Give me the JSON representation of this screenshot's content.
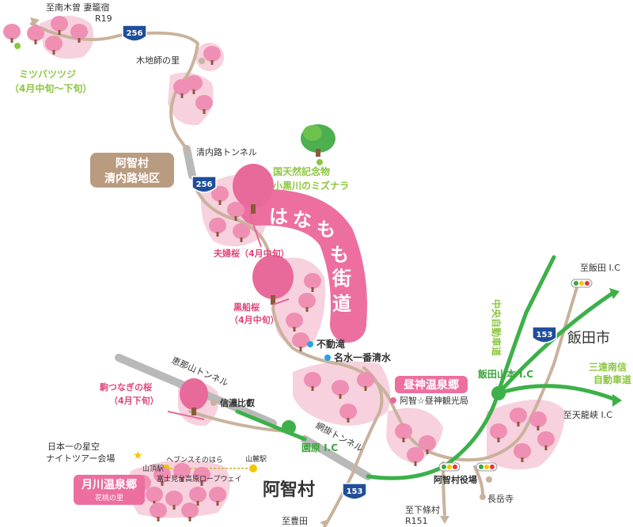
{
  "colors": {
    "road": "#c9b29c",
    "highway": "#3db049",
    "tunnel": "#b9b9b9",
    "blossom": "#f5c6d6",
    "blossom_tree": "#e86a9a",
    "pink_label": "#e0457b",
    "green_label": "#8cc63f",
    "area_box": "#b99b80",
    "route_shield": "#1f4e9a",
    "blue_dot": "#29a3e0"
  },
  "labels": {
    "to_minamikiso": "至南木曽 妻籠宿",
    "r19": "R19",
    "kijishi": "木地師の里",
    "mitsuba_title": "ミツバツツジ",
    "mitsuba_period": "（4月中旬～下旬）",
    "seinaiji_tunnel": "清内路トンネル",
    "seinaiji_area_1": "阿智村",
    "seinaiji_area_2": "清内路地区",
    "mizunara_1": "国天然記念物",
    "mizunara_2": "小黒川のミズナラ",
    "fufu_zakura": "夫婦桜（4月中旬）",
    "kurofune_1": "黒船桜",
    "kurofune_2": "（4月中旬）",
    "hanamomo": [
      "は",
      "な",
      "も",
      "も",
      "街",
      "道"
    ],
    "fudo_taki": "不動滝",
    "meisui": "名水一番清水",
    "to_iida_ic": "至飯田 I.C",
    "iida_city": "飯田市",
    "chuo_expressway": "中央自動車道",
    "iida_yamamoto_ic": "飯田山本 I.C",
    "sanen_1": "三遠南信",
    "sanen_2": "自動車道",
    "to_tenryukyo": "至天龍峡 I.C",
    "hirugami_onsen": "昼神温泉郷",
    "kankokyoku": "阿智☆昼神観光局",
    "enasan_tunnel": "恵那山トンネル",
    "komatsunagi_1": "駒つなぎの桜",
    "komatsunagi_2": "（4月下旬）",
    "shinano_hiei": "信濃比叡",
    "sonohara_ic": "園原 I.C",
    "amikake_tunnel": "網掛トンネル",
    "hoshizora_1": "日本一の星空",
    "hoshizora_2": "ナイトツアー会場",
    "heavens": "ヘブンスそのはら",
    "sancho_eki": "山頂駅",
    "sanroku_eki": "山麓駅",
    "ropeway": "富士見台高原ロープウェイ",
    "tsukikawa_onsen": "月川温泉郷",
    "hanamomo_sato": "花桃の里",
    "achi_village": "阿智村",
    "achi_office": "阿智村役場",
    "chogakuji": "長岳寺",
    "to_shimojo": "至下條村",
    "r151": "R151",
    "to_toyota": "至豊田"
  },
  "routes": {
    "r256_a": "256",
    "r256_b": "256",
    "r153_a": "153",
    "r153_b": "153"
  }
}
